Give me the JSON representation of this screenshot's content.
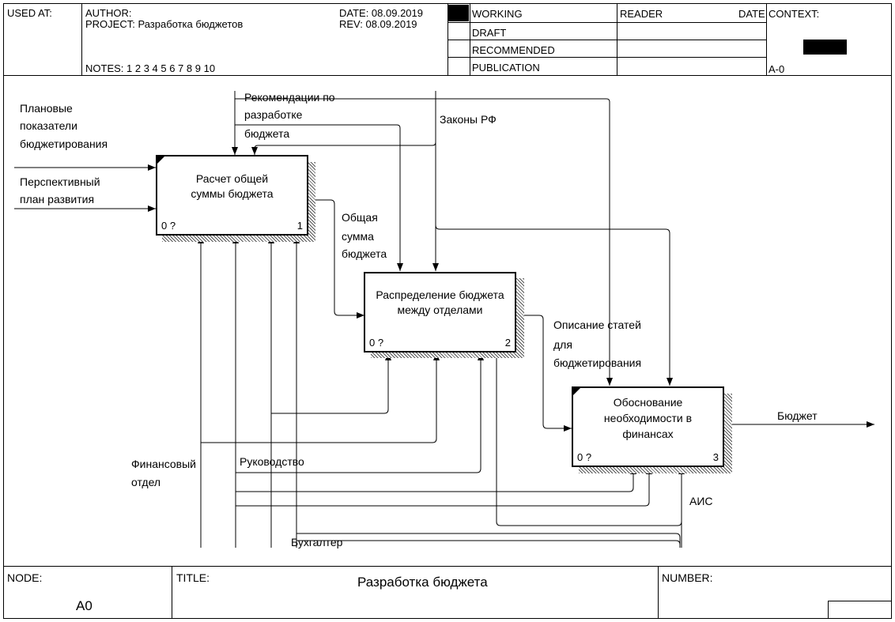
{
  "header": {
    "used_at": "USED AT:",
    "author": "AUTHOR:",
    "project": "PROJECT:  Разработка бюджетов",
    "date": "DATE: 08.09.2019",
    "rev": "REV:   08.09.2019",
    "notes": "NOTES:  1  2  3  4  5  6  7  8  9  10",
    "status": [
      "WORKING",
      "DRAFT",
      "RECOMMENDED",
      "PUBLICATION"
    ],
    "reader": "READER",
    "reader_date": "DATE",
    "context": "CONTEXT:",
    "context_node": "A-0"
  },
  "boxes": [
    {
      "title": [
        "Расчет общей",
        "суммы бюджета"
      ],
      "cost": "0 ?",
      "number": "1"
    },
    {
      "title": [
        "Распределение бюджета",
        "между отделами"
      ],
      "cost": "0 ?",
      "number": "2"
    },
    {
      "title": [
        "Обоснование",
        "необходимости в",
        "финансах"
      ],
      "cost": "0 ?",
      "number": "3"
    }
  ],
  "labels": {
    "planned": [
      "Плановые",
      "показатели",
      "бюджетирования"
    ],
    "perspective": [
      "Перспективный",
      "план развития"
    ],
    "recommendations": [
      "Рекомендации по",
      "разработке",
      "бюджета"
    ],
    "laws": "Законы РФ",
    "total": [
      "Общая",
      "сумма",
      "бюджета"
    ],
    "description": [
      "Описание статей",
      "для",
      "бюджетирования"
    ],
    "budget": "Бюджет",
    "fin_dept": [
      "Финансовый",
      "отдел"
    ],
    "management": "Руководство",
    "ais": "АИС",
    "accountant": "Бухгалтер"
  },
  "footer": {
    "node_label": "NODE:",
    "node_value": "A0",
    "title_label": "TITLE:",
    "title_value": "Разработка бюджета",
    "number_label": "NUMBER:"
  }
}
